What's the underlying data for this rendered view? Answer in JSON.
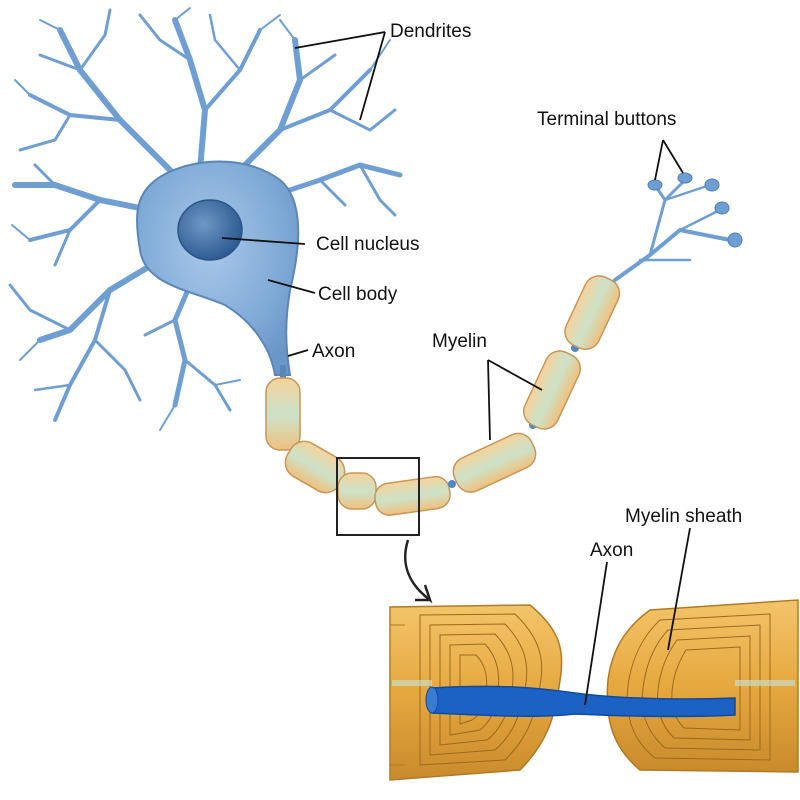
{
  "labels": {
    "dendrites": "Dendrites",
    "terminal_buttons": "Terminal buttons",
    "cell_nucleus": "Cell nucleus",
    "cell_body": "Cell body",
    "axon_upper": "Axon",
    "myelin": "Myelin",
    "myelin_sheath": "Myelin sheath",
    "axon_lower": "Axon"
  },
  "colors": {
    "neuron_blue": "#7fa9d6",
    "neuron_outline": "#5a86b8",
    "nucleus": "#3f6ea3",
    "myelin_fill": "#f2c98a",
    "myelin_stripe": "#c9dcc0",
    "sheath_gold": "#e3aa3f",
    "sheath_line": "#b07a24",
    "axon_core": "#1b62c4"
  }
}
